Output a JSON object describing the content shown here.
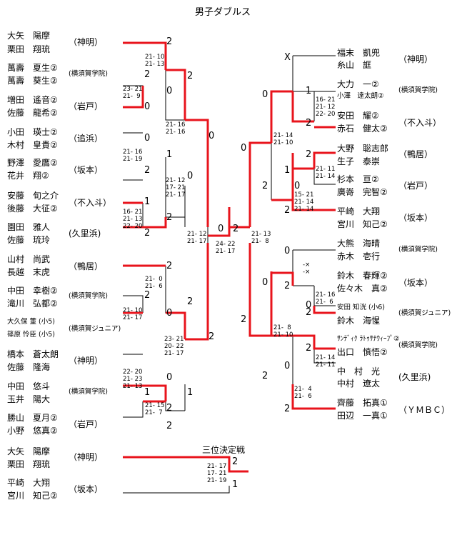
{
  "title": "男子ダブルス",
  "third_place_title": "三位決定戦",
  "left_entries": [
    {
      "p1": "大矢　陽摩",
      "p2": "栗田　翔琉",
      "team": "（神明）"
    },
    {
      "p1": "萬壽　夏生②",
      "p2": "萬壽　葵生②",
      "team": "(横須賀学院)"
    },
    {
      "p1": "増田　遙音②",
      "p2": "佐藤　龍希②",
      "team": "（岩戸）"
    },
    {
      "p1": "小田　瑛士②",
      "p2": "木村　皇貴②",
      "team": "（追浜）"
    },
    {
      "p1": "野澤　愛鷹②",
      "p2": "花井　翔②",
      "team": "（坂本）"
    },
    {
      "p1": "安藤　旬之介",
      "p2": "後藤　大征②",
      "team": "（不入斗）"
    },
    {
      "p1": "園田　雅人",
      "p2": "佐藤　琉玲",
      "team": "(久里浜)"
    },
    {
      "p1": "山村　尚武",
      "p2": "長越　末虎",
      "team": "（鴨居）"
    },
    {
      "p1": "中田　幸樹②",
      "p2": "滝川　弘都②",
      "team": "(横須賀学院)"
    },
    {
      "p1": "大久保 董 (小5)",
      "p2": "篠原 怜臣 (小5)",
      "team": "(横須賀ジュニア)"
    },
    {
      "p1": "橋本　蒼太朗",
      "p2": "佐藤　隆海",
      "team": "（神明）"
    },
    {
      "p1": "中田　悠斗",
      "p2": "玉井　陽大",
      "team": "(横須賀学院)"
    },
    {
      "p1": "勝山　夏月②",
      "p2": "小野　悠真②",
      "team": "（岩戸）"
    },
    {
      "p1": "大矢　陽摩",
      "p2": "栗田　翔琉",
      "team": "（神明）"
    },
    {
      "p1": "平崎　大翔",
      "p2": "宮川　知己②",
      "team": "（坂本）"
    }
  ],
  "right_entries": [
    {
      "p1": "福末　凱兜",
      "p2": "糸山　誆",
      "team": "（神明）"
    },
    {
      "p1": "大力　一②",
      "p2": "小澤　達太朗②",
      "team": "(横須賀学院)"
    },
    {
      "p1": "安田　耀②",
      "p2": "赤石　健太②",
      "team": "（不入斗）"
    },
    {
      "p1": "大野　聡志郎",
      "p2": "生子　泰崇",
      "team": "（鴨居）"
    },
    {
      "p1": "杉本　亘②",
      "p2": "廣嵜　完智②",
      "team": "（岩戸）"
    },
    {
      "p1": "平崎　大翔",
      "p2": "宮川　知己②",
      "team": "（坂本）"
    },
    {
      "p1": "大熊　海晴",
      "p2": "赤木　壱行",
      "team": "(横須賀学院)"
    },
    {
      "p1": "鈴木　春輝②",
      "p2": "佐々木　真②",
      "team": "（坂本）"
    },
    {
      "p1": "安田 知洸 (小6)",
      "p2": "鈴木　海惺",
      "team": "(横須賀ジュニア)"
    },
    {
      "p1": "ｻﾝﾃﾞｨｸ ﾗﾄｩｻﾅｳｨｰﾌﾟ②",
      "p2": "出口　慎悟②",
      "team": "(横須賀学院)"
    },
    {
      "p1": "中　村　光",
      "p2": "中村　遼太",
      "team": "(久里浜)"
    },
    {
      "p1": "齊藤　拓真①",
      "p2": "田辺　一真①",
      "team": "（ＹＭＢＣ）"
    }
  ],
  "numbers": {
    "l1": "2",
    "l2": "2",
    "l3": "0",
    "l4": "0",
    "l5": "2",
    "l6": "0",
    "l7": "0",
    "l8": "1",
    "l9": "2",
    "l10": "1",
    "l11": "2",
    "l12": "0",
    "l13": "2",
    "l14": "2",
    "l15": "0",
    "l16": "2",
    "l17": "2",
    "l18": "0",
    "l19": "1",
    "l20": "2",
    "l21": "1",
    "l22": "0",
    "l23": "2",
    "r1": "X",
    "r2": "0",
    "r3": "1",
    "r4": "2",
    "r5": "0",
    "r6": "2",
    "r7": "1",
    "r8": "0",
    "r9": "2",
    "r10": "2",
    "r11": "0",
    "r12": "0",
    "r13": "2",
    "r14": "0",
    "r15": "2",
    "r16": "2",
    "r17": "2",
    "r18": "0",
    "r19": "2",
    "r20": "0",
    "r21": "2",
    "t1": "2",
    "t2": "1"
  },
  "scores": {
    "s1": "21- 10\n21- 13",
    "s2": "23- 21\n21-  9",
    "s3": "21- 16\n21- 16",
    "s4": "21- 16\n21- 19",
    "s5": "21- 12\n17- 21\n21- 17",
    "s6": "16- 21\n21- 13\n22- 20",
    "s7": "21- 12\n21- 17",
    "s8": "24- 22\n21- 17",
    "s9": "21-  0\n21-  6",
    "s10": "21- 10\n21- 17",
    "s11": "23- 21\n20- 22\n21- 17",
    "s12": "22- 20\n21- 23\n21- 13",
    "s13": "21- 15\n21-  7",
    "r_s1": "16- 21\n21- 12\n22- 20",
    "r_s2": "21- 14\n21- 10",
    "r_s3": "21- 11\n21- 14",
    "r_s4": "15- 21\n21- 14\n21- 14",
    "r_s5": "21- 13\n21-  8",
    "r_s6": "-×\n-×",
    "r_s7": "21- 16\n21-  6",
    "r_s8": "21-  8\n21- 10",
    "r_s9": "21- 14\n21- 11",
    "r_s10": "21-  4\n21-  6",
    "t_s1": "21- 17\n17- 21\n21- 19"
  }
}
